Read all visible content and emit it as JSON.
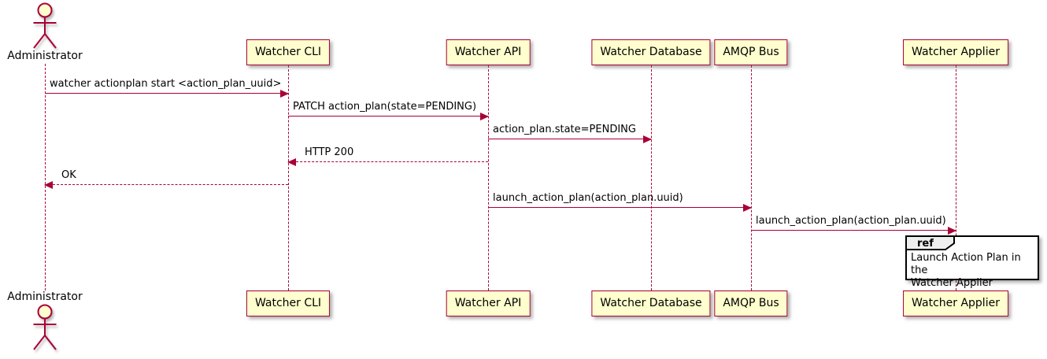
{
  "diagram": {
    "type": "sequence-diagram"
  },
  "colors": {
    "participant_fill": "#FEFECE",
    "participant_border": "#A80036",
    "line_color": "#A80036",
    "text_color": "#000000",
    "ref_fill": "#FFFFFF",
    "ref_border": "#000000",
    "ref_header_fill": "#EEEEEE"
  },
  "actor": {
    "name": "Administrator"
  },
  "participants": [
    {
      "name": "Watcher CLI"
    },
    {
      "name": "Watcher API"
    },
    {
      "name": "Watcher Database"
    },
    {
      "name": "AMQP Bus"
    },
    {
      "name": "Watcher Applier"
    }
  ],
  "messages": [
    {
      "label": "watcher actionplan start <action_plan_uuid>",
      "from": "Administrator",
      "to": "Watcher CLI",
      "style": "solid"
    },
    {
      "label": "PATCH action_plan(state=PENDING)",
      "from": "Watcher CLI",
      "to": "Watcher API",
      "style": "solid"
    },
    {
      "label": "action_plan.state=PENDING",
      "from": "Watcher API",
      "to": "Watcher Database",
      "style": "solid"
    },
    {
      "label": "HTTP 200",
      "from": "Watcher API",
      "to": "Watcher CLI",
      "style": "dashed"
    },
    {
      "label": "OK",
      "from": "Watcher CLI",
      "to": "Administrator",
      "style": "dashed"
    },
    {
      "label": "launch_action_plan(action_plan.uuid)",
      "from": "Watcher API",
      "to": "AMQP Bus",
      "style": "solid"
    },
    {
      "label": "launch_action_plan(action_plan.uuid)",
      "from": "AMQP Bus",
      "to": "Watcher Applier",
      "style": "solid"
    }
  ],
  "ref": {
    "keyword": "ref",
    "lines": [
      "Launch Action Plan in the",
      "Watcher Applier"
    ]
  }
}
